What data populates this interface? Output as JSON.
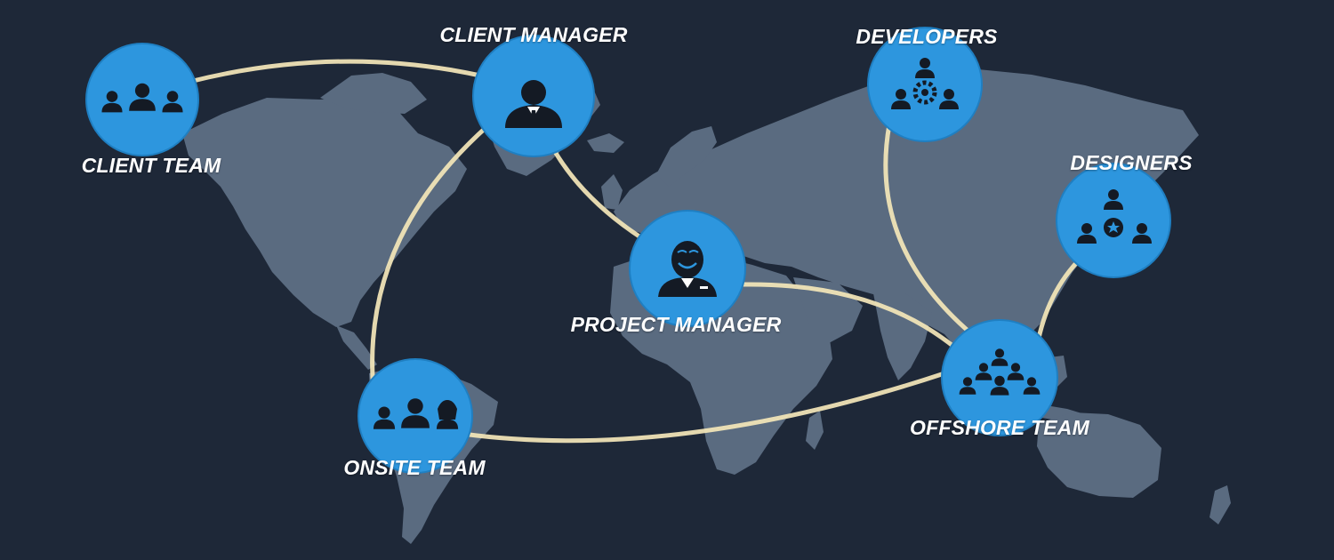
{
  "colors": {
    "background": "#1e2838",
    "land": "#5a6b80",
    "node_fill": "#2d96de",
    "node_stroke": "#1f7fc2",
    "connector": "#f3e6b8",
    "icon": "#141a24"
  },
  "nodes": {
    "client_team": {
      "label": "CLIENT TEAM",
      "icon": "group-of-three-people-icon"
    },
    "client_manager": {
      "label": "CLIENT MANAGER",
      "icon": "businessman-icon"
    },
    "developers": {
      "label": "DEVELOPERS",
      "icon": "team-with-gear-icon"
    },
    "designers": {
      "label": "DESIGNERS",
      "icon": "team-with-star-icon"
    },
    "project_manager": {
      "label": "PROJECT MANAGER",
      "icon": "smiling-manager-icon"
    },
    "onsite_team": {
      "label": "ONSITE TEAM",
      "icon": "group-of-three-people-icon"
    },
    "offshore_team": {
      "label": "OFFSHORE TEAM",
      "icon": "team-pyramid-icon"
    }
  },
  "connections": [
    [
      "client_team",
      "client_manager"
    ],
    [
      "client_manager",
      "project_manager"
    ],
    [
      "client_manager",
      "onsite_team"
    ],
    [
      "project_manager",
      "offshore_team"
    ],
    [
      "developers",
      "offshore_team"
    ],
    [
      "designers",
      "offshore_team"
    ],
    [
      "onsite_team",
      "offshore_team"
    ]
  ]
}
